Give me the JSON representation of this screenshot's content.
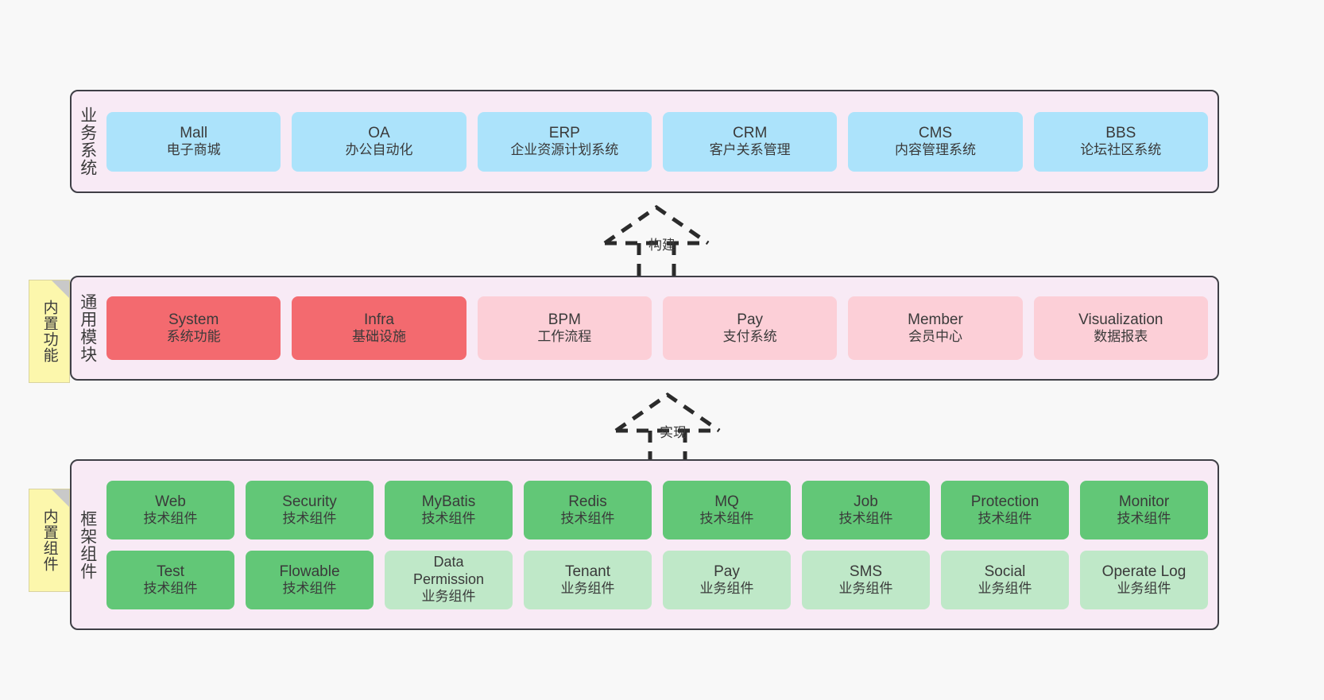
{
  "diagram": {
    "title": "",
    "colors": {
      "canvas_bg": "#f8f8f8",
      "layer_bg": "#f8eaf5",
      "layer_border": "#3f3f46",
      "business_box": "#ace3fb",
      "module_strong": "#f36a6f",
      "module_soft": "#fccfd7",
      "tech_component": "#62c777",
      "business_component": "#bfe8c8",
      "note_bg": "#fcf7ac",
      "note_fold": "#c9c9c9"
    }
  },
  "layers": {
    "business": {
      "title": "业务系统",
      "items": [
        {
          "name": "Mall",
          "desc": "电子商城"
        },
        {
          "name": "OA",
          "desc": "办公自动化"
        },
        {
          "name": "ERP",
          "desc": "企业资源计划系统"
        },
        {
          "name": "CRM",
          "desc": "客户关系管理"
        },
        {
          "name": "CMS",
          "desc": "内容管理系统"
        },
        {
          "name": "BBS",
          "desc": "论坛社区系统"
        }
      ]
    },
    "common": {
      "title": "通用模块",
      "note": "内置功能",
      "items": [
        {
          "name": "System",
          "desc": "系统功能",
          "style": "strong"
        },
        {
          "name": "Infra",
          "desc": "基础设施",
          "style": "strong"
        },
        {
          "name": "BPM",
          "desc": "工作流程",
          "style": "soft"
        },
        {
          "name": "Pay",
          "desc": "支付系统",
          "style": "soft"
        },
        {
          "name": "Member",
          "desc": "会员中心",
          "style": "soft"
        },
        {
          "name": "Visualization",
          "desc": "数据报表",
          "style": "soft"
        }
      ]
    },
    "framework": {
      "title": "框架组件",
      "note": "内置组件",
      "row1": [
        {
          "name": "Web",
          "desc": "技术组件",
          "style": "tech"
        },
        {
          "name": "Security",
          "desc": "技术组件",
          "style": "tech"
        },
        {
          "name": "MyBatis",
          "desc": "技术组件",
          "style": "tech"
        },
        {
          "name": "Redis",
          "desc": "技术组件",
          "style": "tech"
        },
        {
          "name": "MQ",
          "desc": "技术组件",
          "style": "tech"
        },
        {
          "name": "Job",
          "desc": "技术组件",
          "style": "tech"
        },
        {
          "name": "Protection",
          "desc": "技术组件",
          "style": "tech"
        },
        {
          "name": "Monitor",
          "desc": "技术组件",
          "style": "tech"
        }
      ],
      "row2": [
        {
          "name": "Test",
          "desc": "技术组件",
          "style": "tech"
        },
        {
          "name": "Flowable",
          "desc": "技术组件",
          "style": "tech"
        },
        {
          "name": "Data",
          "name2": "Permission",
          "desc": "业务组件",
          "style": "bizcomp"
        },
        {
          "name": "Tenant",
          "desc": "业务组件",
          "style": "bizcomp"
        },
        {
          "name": "Pay",
          "desc": "业务组件",
          "style": "bizcomp"
        },
        {
          "name": "SMS",
          "desc": "业务组件",
          "style": "bizcomp"
        },
        {
          "name": "Social",
          "desc": "业务组件",
          "style": "bizcomp"
        },
        {
          "name": "Operate Log",
          "desc": "业务组件",
          "style": "bizcomp"
        }
      ]
    }
  },
  "arrows": {
    "build": {
      "label": "构建"
    },
    "implement": {
      "label": "实现"
    }
  }
}
